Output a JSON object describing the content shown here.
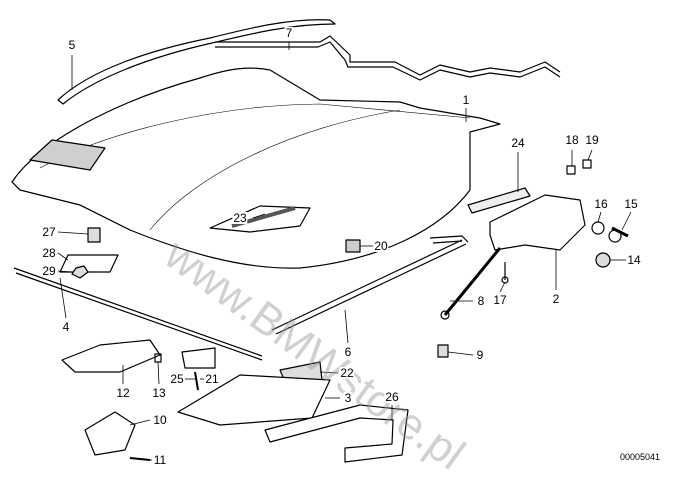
{
  "diagram": {
    "watermark": "www.BMWstore.pl",
    "drawing_number": "00005041",
    "part_labels": [
      "1",
      "2",
      "3",
      "4",
      "5",
      "6",
      "7",
      "8",
      "9",
      "10",
      "11",
      "12",
      "13",
      "14",
      "15",
      "16",
      "17",
      "18",
      "19",
      "20",
      "21",
      "22",
      "23",
      "24",
      "25",
      "26",
      "27",
      "28",
      "29"
    ]
  }
}
